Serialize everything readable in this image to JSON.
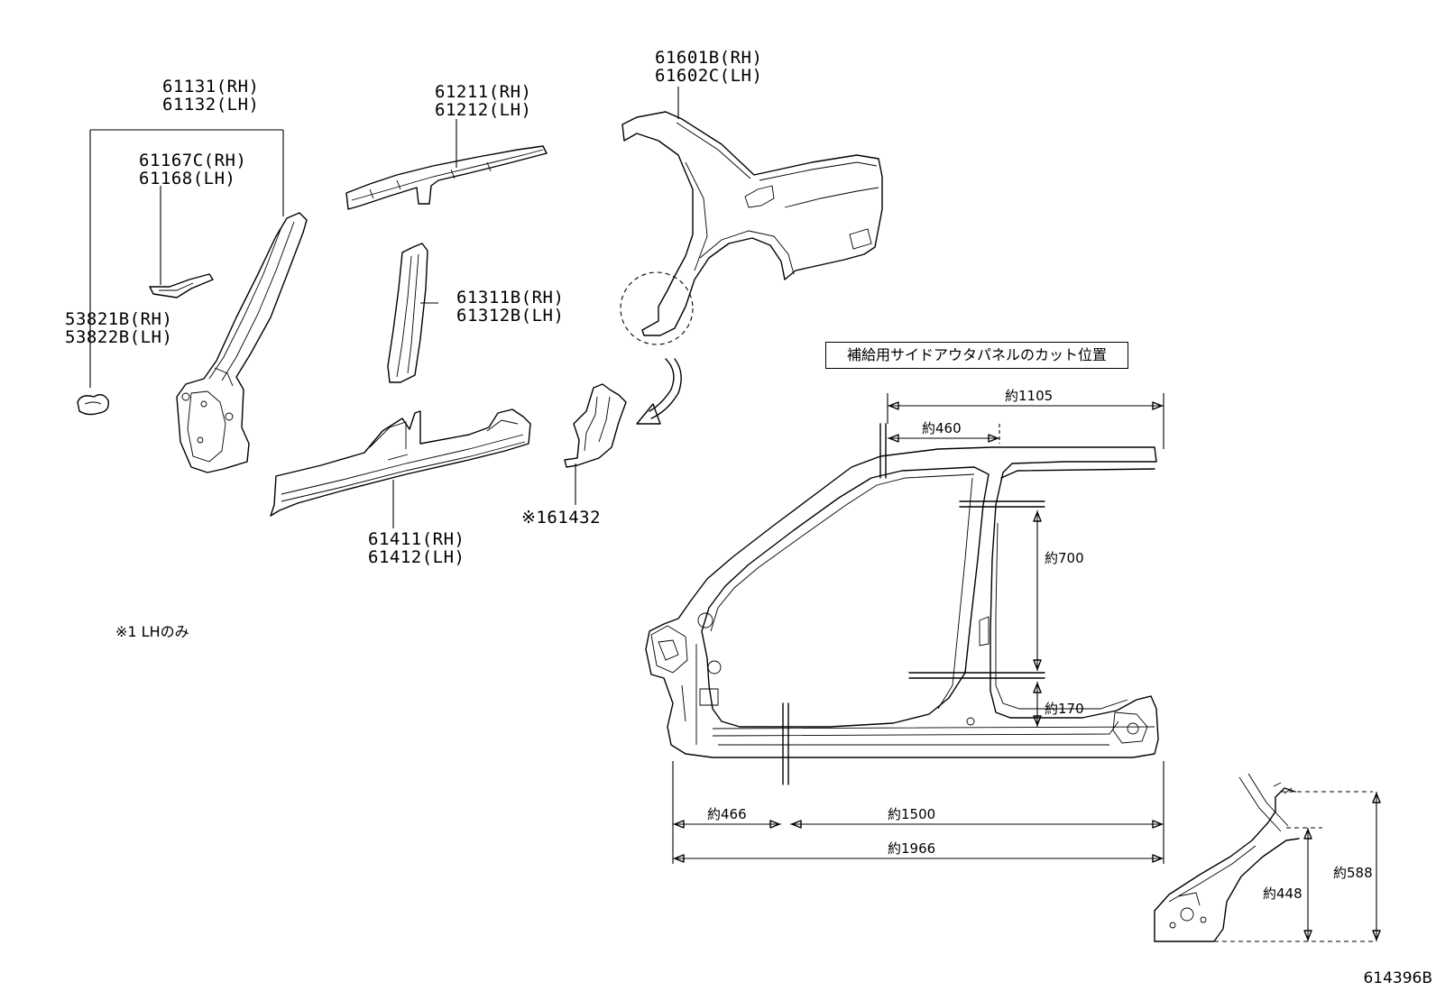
{
  "parts": [
    {
      "id": "p61131",
      "lines": [
        "61131(RH)",
        "61132(LH)"
      ]
    },
    {
      "id": "p61167",
      "lines": [
        "61167C(RH)",
        "61168(LH)"
      ]
    },
    {
      "id": "p53821",
      "lines": [
        "53821B(RH)",
        "53822B(LH)"
      ]
    },
    {
      "id": "p61211",
      "lines": [
        "61211(RH)",
        "61212(LH)"
      ]
    },
    {
      "id": "p61311",
      "lines": [
        "61311B(RH)",
        "61312B(LH)"
      ]
    },
    {
      "id": "p61411",
      "lines": [
        "61411(RH)",
        "61412(LH)"
      ]
    },
    {
      "id": "p61601",
      "lines": [
        "61601B(RH)",
        "61602C(LH)"
      ]
    },
    {
      "id": "p61432",
      "lines": [
        "※161432"
      ]
    }
  ],
  "note": "※1 LHのみ",
  "cut_position_title": "補給用サイドアウタパネルのカット位置",
  "dimensions": {
    "d1105": "約1105",
    "d460": "約460",
    "d700": "約700",
    "d170": "約170",
    "d466": "約466",
    "d1500": "約1500",
    "d1966": "約1966",
    "d588": "約588",
    "d448": "約448"
  },
  "diagram_code": "614396B"
}
